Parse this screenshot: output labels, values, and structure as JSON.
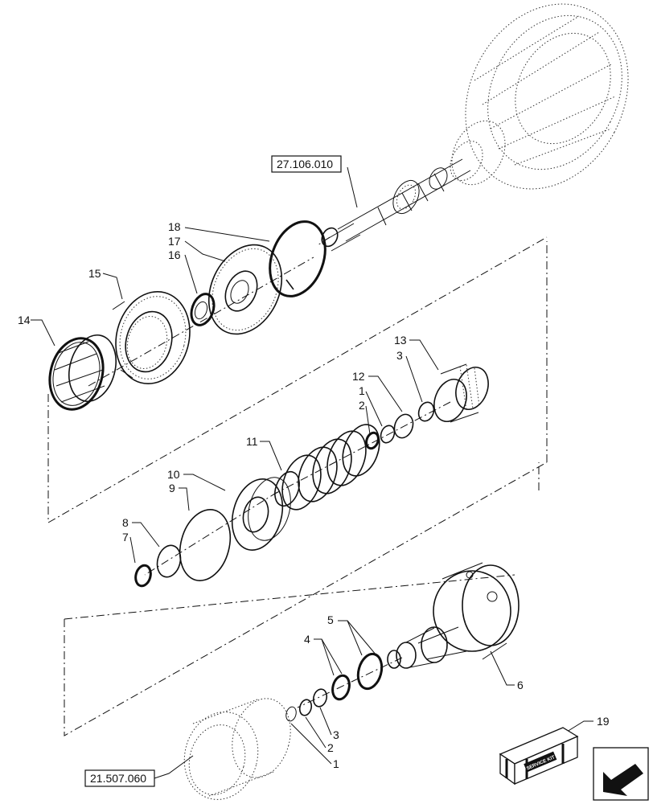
{
  "callouts": {
    "c1a": "1",
    "c1b": "1",
    "c2a": "2",
    "c2b": "2",
    "c3a": "3",
    "c3b": "3",
    "c4": "4",
    "c5": "5",
    "c6": "6",
    "c7": "7",
    "c8": "8",
    "c9": "9",
    "c10": "10",
    "c11": "11",
    "c12": "12",
    "c13": "13",
    "c14": "14",
    "c15": "15",
    "c16": "16",
    "c17": "17",
    "c18": "18",
    "c19": "19"
  },
  "references": {
    "ref_top": "27.106.010",
    "ref_bottom": "21.507.060"
  },
  "kit_box": {
    "label": "SERVICE KIT"
  },
  "icons": {
    "nav": "arrow-bottom-left-icon"
  }
}
